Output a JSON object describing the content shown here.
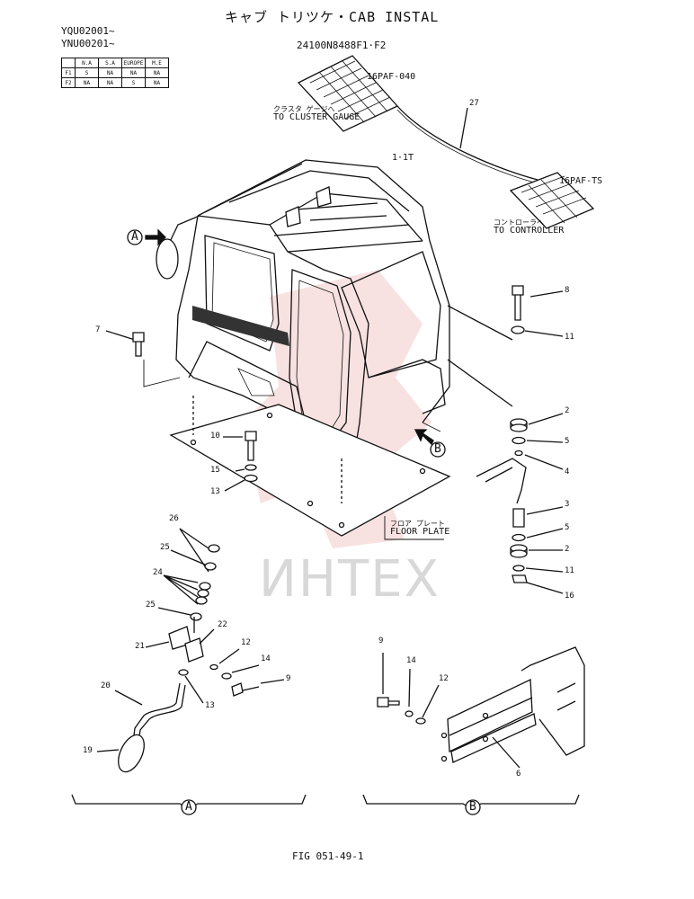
{
  "header": {
    "title": "キャブ トリツケ・CAB INSTAL",
    "serial_1": "YQU02001~",
    "serial_2": "YNU00201~",
    "part_number": "24100N8488F1·F2"
  },
  "spec_table": {
    "columns": [
      "N.A",
      "S.A",
      "EUROPE",
      "M.E"
    ],
    "rows": [
      {
        "label": "F1",
        "cells": [
          "S",
          "NA",
          "NA",
          "NA"
        ]
      },
      {
        "label": "F2",
        "cells": [
          "NA",
          "NA",
          "S",
          "NA"
        ]
      }
    ]
  },
  "labels": {
    "cluster_jp": "クラスタ ゲージへ",
    "cluster_en": "TO CLUSTER GAUGE",
    "controller_jp": "コントローラへ",
    "controller_en": "TO CONTROLLER",
    "floor_jp": "フロア プレート",
    "floor_en": "FLOOR PLATE",
    "connector_1": "16PAF-040",
    "connector_2": "16PAF-TS",
    "cab_part": "1·1T",
    "section_a": "A",
    "section_b": "B",
    "watermark": "ИНТЕХ",
    "figure": "FIG 051-49-1"
  },
  "callouts": {
    "c27": "27",
    "c8": "8",
    "c11a": "11",
    "c7": "7",
    "c2a": "2",
    "c5a": "5",
    "c4": "4",
    "c10": "10",
    "c15": "15",
    "c13a": "13",
    "c3": "3",
    "c5b": "5",
    "c2b": "2",
    "c11b": "11",
    "c16": "16",
    "c26": "26",
    "c25a": "25",
    "c24": "24",
    "c25b": "25",
    "c22": "22",
    "c21": "21",
    "c12a": "12",
    "c14a": "14",
    "c9a": "9",
    "c20": "20",
    "c13b": "13",
    "c19": "19",
    "c9b": "9",
    "c14b": "14",
    "c12b": "12",
    "c6": "6"
  },
  "colors": {
    "ink": "#111111",
    "watermark": "#d8d8d8",
    "logo_red": "#e8a0a0"
  }
}
